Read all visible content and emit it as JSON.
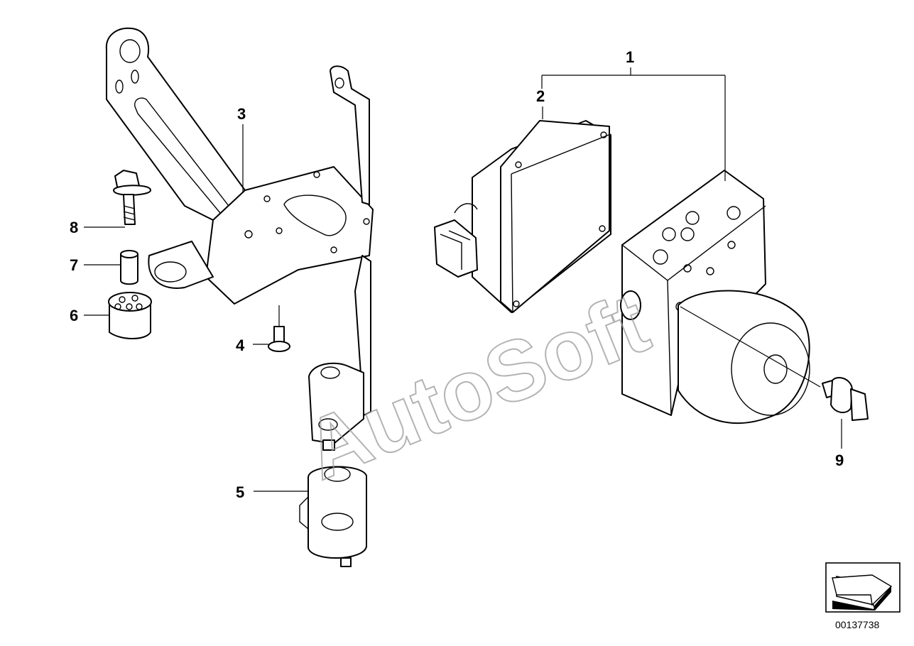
{
  "diagram": {
    "callouts": [
      "1",
      "2",
      "3",
      "4",
      "5",
      "6",
      "7",
      "8",
      "9"
    ],
    "watermark": "AutoSoft",
    "document_number": "00137738",
    "colors": {
      "line": "#000000",
      "background": "#ffffff",
      "watermark": "#9a9a9a"
    }
  }
}
